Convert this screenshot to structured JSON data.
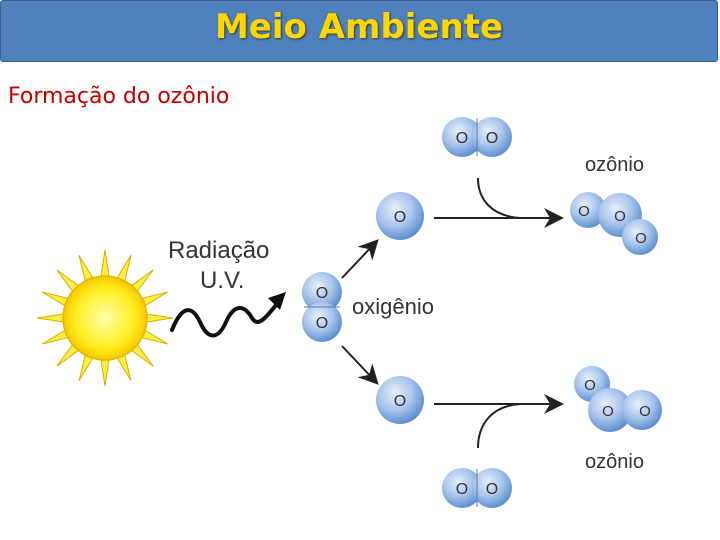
{
  "header": {
    "title": "Meio Ambiente"
  },
  "subtitle": "Formação do ozônio",
  "diagram": {
    "radiation_label_line1": "Radiação",
    "radiation_label_line2": "U.V.",
    "oxygen_label": "oxigênio",
    "ozone_label_top": "ozônio",
    "ozone_label_bottom": "ozônio",
    "atom_symbol": "O"
  },
  "colors": {
    "header_bg": "#4f81bd",
    "title_text": "#ffd700",
    "subtitle_text": "#c00000",
    "atom_fill": "#8fb3e3",
    "sun_fill": "#ffee33"
  }
}
